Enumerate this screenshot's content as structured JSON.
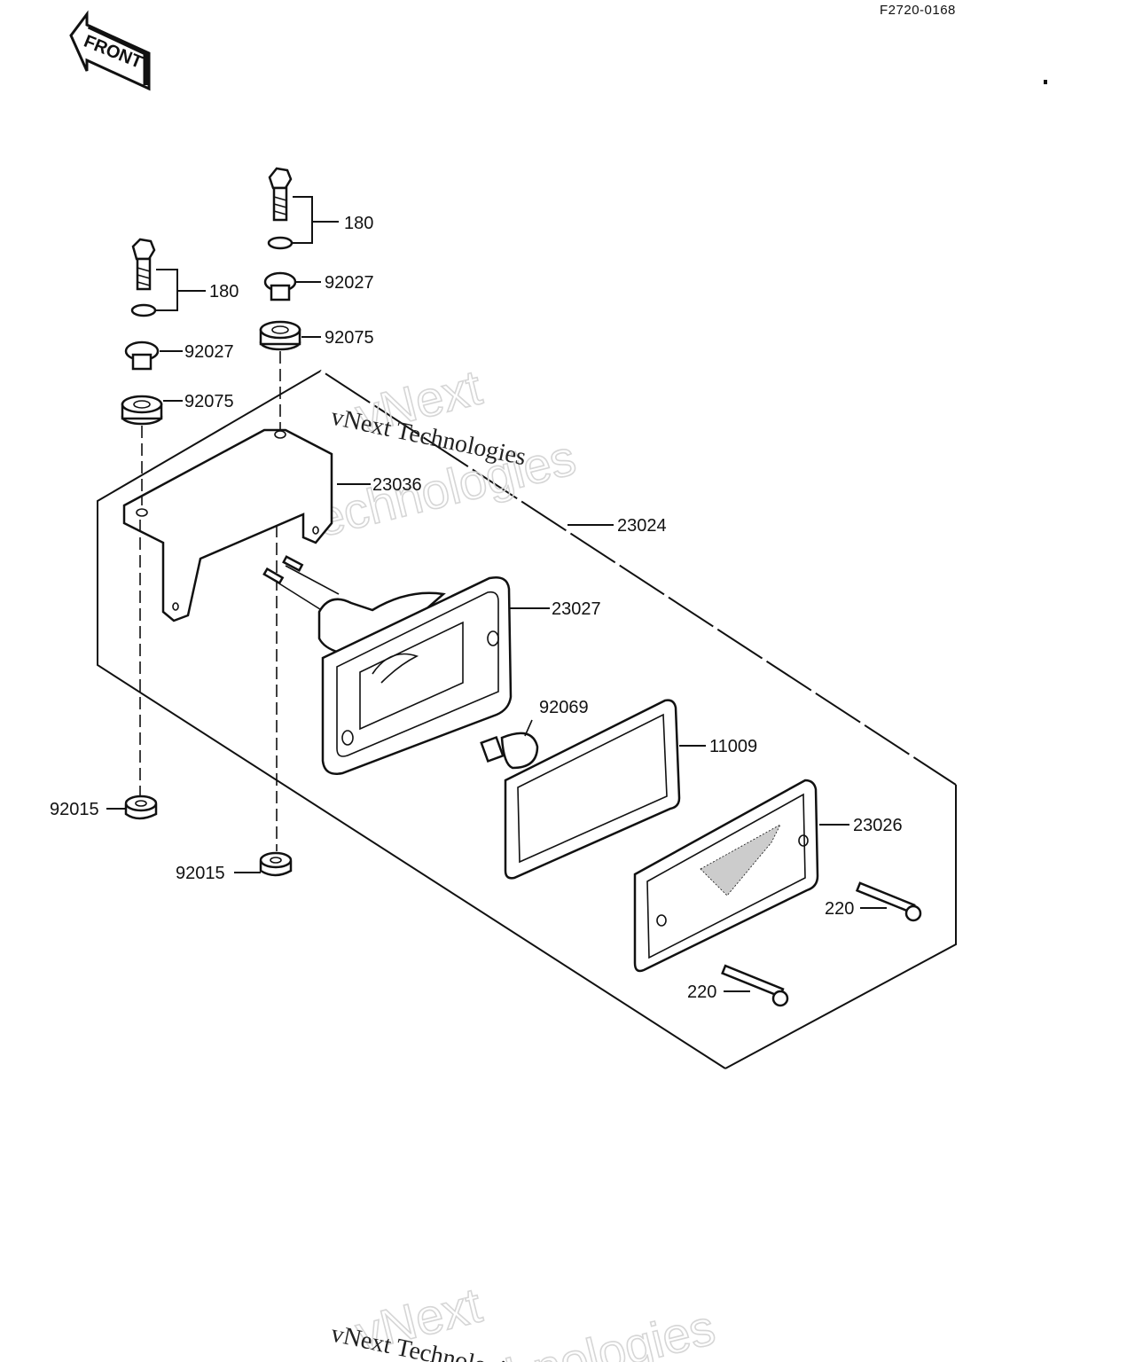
{
  "diagram_code": "F2720-0168",
  "front_label": "FRONT",
  "watermark": {
    "line_serif": "vNext Technologies",
    "outline_top": "vNext",
    "outline_bottom": "Technologies"
  },
  "callouts": {
    "bolt_right": "180",
    "bolt_left": "180",
    "washer_right": "92027",
    "washer_left": "92027",
    "grommet_right": "92075",
    "grommet_left": "92075",
    "bracket": "23036",
    "assembly": "23024",
    "housing": "23027",
    "bulb": "92069",
    "gasket": "11009",
    "lens": "23026",
    "screw_upper": "220",
    "screw_lower": "220",
    "nut_left": "92015",
    "nut_right": "92015"
  }
}
